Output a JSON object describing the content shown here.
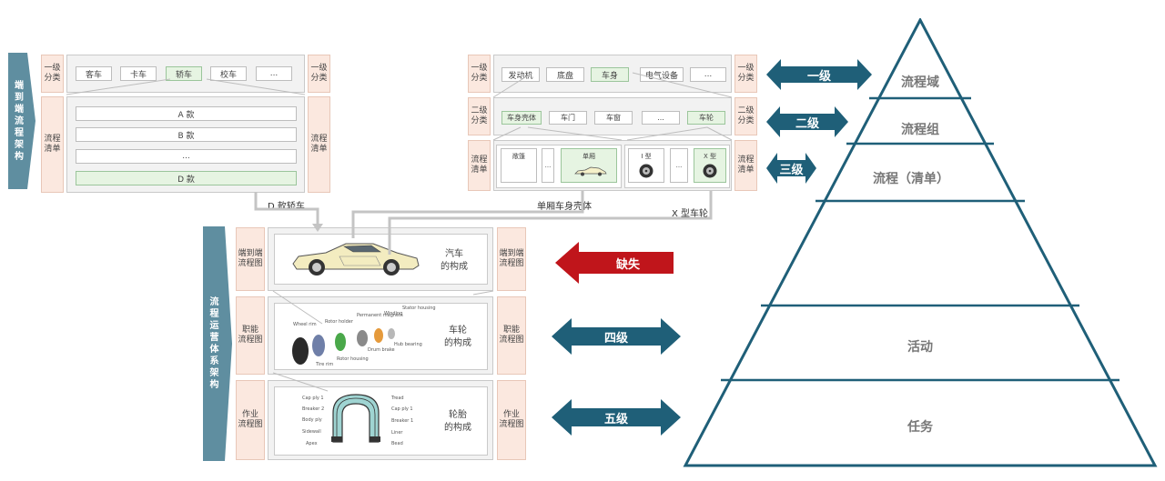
{
  "left_top": {
    "band_label": "端\n到\n端\n流\n程\n架\n构",
    "level1_label": "一级\n分类",
    "list_label": "流程\n清单",
    "categories": [
      "客车",
      "卡车",
      "轿车",
      "校车",
      "..."
    ],
    "rows": [
      "A 款",
      "B 款",
      "...",
      "D 款"
    ],
    "caption": "D 款轿车"
  },
  "right_top": {
    "level1_label": "一级\n分类",
    "level2_label": "二级\n分类",
    "list_label": "流程\n清单",
    "level1": [
      "发动机",
      "底盘",
      "车身",
      "电气设备",
      "..."
    ],
    "level2": [
      "车身壳体",
      "车门",
      "车窗",
      "...",
      "车轮"
    ],
    "body_items": [
      "敞篷",
      "...",
      "单厢"
    ],
    "wheel_items": [
      "I 型",
      "...",
      "X 型"
    ],
    "caption_body": "单厢车身壳体",
    "caption_wheel": "X 型车轮"
  },
  "ops": {
    "band_label": "流\n程\n运\n营\n体\n系\n架\n构",
    "rows": [
      {
        "side": "端到端\n流程图",
        "desc": "汽车\n的构成"
      },
      {
        "side": "职能\n流程图",
        "desc": "车轮\n的构成"
      },
      {
        "side": "作业\n流程图",
        "desc": "轮胎\n的构成"
      }
    ],
    "wheel_parts": [
      "Wheel rim",
      "Rotor holder",
      "Permanent magnets",
      "Winding",
      "Stator housing",
      "Hub bearing",
      "Drum brake",
      "Rotor housing",
      "Tire rim"
    ],
    "tire_parts_left": [
      "Cap ply 1",
      "Breaker 2",
      "Body ply",
      "Sidewall",
      "Apex"
    ],
    "tire_parts_right": [
      "Tread",
      "Cap ply 1",
      "Breaker 1",
      "Liner",
      "Bead"
    ]
  },
  "arrows": {
    "level1": "一级",
    "level2": "二级",
    "level3": "三级",
    "missing": "缺失",
    "level4": "四级",
    "level5": "五级"
  },
  "pyramid": {
    "levels": [
      "流程域",
      "流程组",
      "流程（清单）",
      "",
      "活动",
      "任务"
    ]
  },
  "colors": {
    "teal": "#2b6f87",
    "red": "#c0151b",
    "green_fill": "#e6f4e2"
  }
}
